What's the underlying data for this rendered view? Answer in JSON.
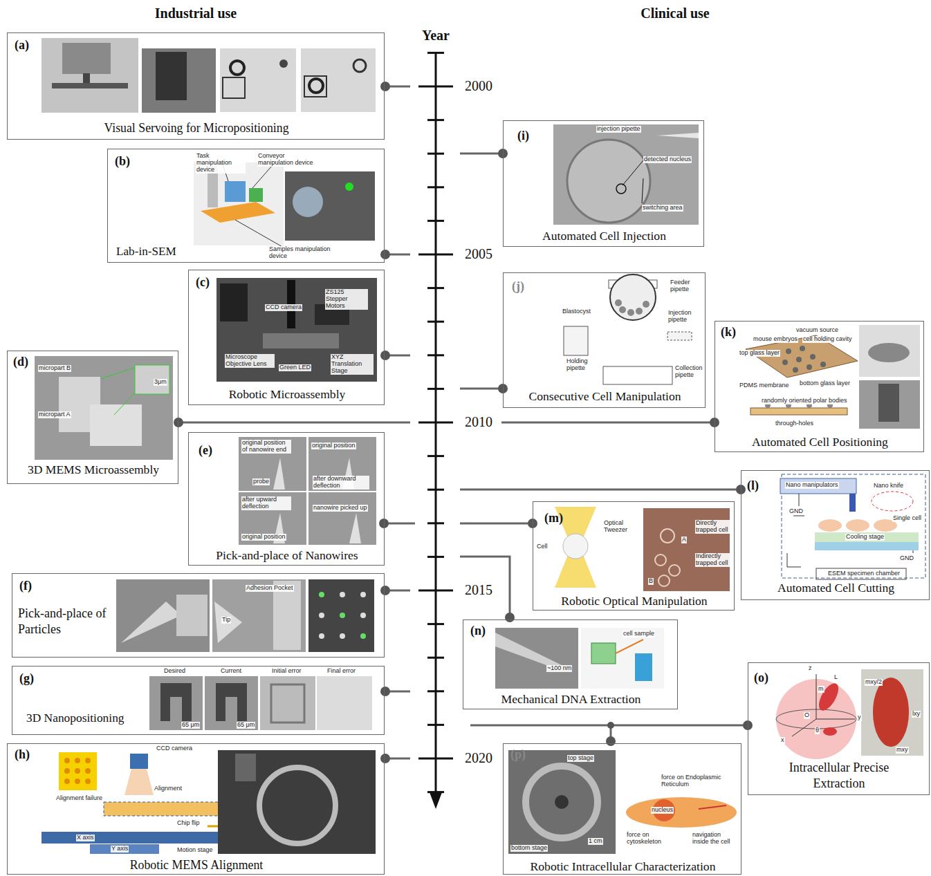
{
  "diagram": {
    "nodes": [
      {
        "text": [
          "(a)",
          "Visual Servoing for Micropositioning"
        ]
      },
      {
        "text": [
          "(b)",
          "Lab-in-SEM"
        ]
      },
      {
        "text": [
          "(c)",
          "Robotic Microassembly"
        ]
      },
      {
        "text": [
          "(d)",
          "3D MEMS Microassembly"
        ]
      },
      {
        "text": [
          "(e)",
          "Pick-and-place of Nanowires"
        ]
      },
      {
        "text": [
          "(f)",
          "Pick-and-place of Particles"
        ]
      },
      {
        "text": [
          "(g)",
          "3D Nanopositioning"
        ]
      },
      {
        "text": [
          "(h)",
          "Robotic MEMS Alignment"
        ]
      },
      {
        "text": [
          "(i)",
          "Automated Cell Injection"
        ]
      },
      {
        "text": [
          "(j)",
          "Consecutive Cell Manipulation"
        ]
      },
      {
        "text": [
          "(k)",
          "Automated Cell Positioning"
        ]
      },
      {
        "text": [
          "(l)",
          "Automated Cell Cutting"
        ]
      },
      {
        "text": [
          "(m)",
          "Robotic Optical Manipulation"
        ]
      },
      {
        "text": [
          "(n)",
          "Mechanical DNA Extraction"
        ]
      },
      {
        "text": [
          "(o)",
          "Intracellular Precise Extraction"
        ]
      },
      {
        "text": [
          "(p)",
          "Robotic Intracellular Characterization"
        ]
      }
    ],
    "labels": [
      "Industrial use",
      "Clinical use",
      "Year",
      "2000",
      "2005",
      "2010",
      "2015",
      "2020",
      "Task manipulation device",
      "Conveyor manipulation device",
      "Samples manipulation device",
      "CCD camera",
      "ZS125 Stepper Motors",
      "Microscope Objective Lens",
      "Green LED",
      "XYZ Translation Stage",
      "micropart B",
      "micropart A",
      "3μm",
      "original position of nanowire end",
      "probe",
      "original position",
      "after downward deflection",
      "after upward deflection",
      "original position",
      "nanowire picked up",
      "Adhesion Pocket",
      "Tip",
      "Desired",
      "Current",
      "Initial error",
      "Final error",
      "65 μm",
      "65 μm",
      "CCD camera",
      "Alignment",
      "Alignment failure",
      "Chip flip",
      "Motion stage",
      "X axis",
      "Y axis",
      "injection pipette",
      "detected nucleus",
      "switching area",
      "Feeder pipette",
      "Blastocyst",
      "Injection pipette",
      "Holding pipette",
      "Collection pipette",
      "mouse embryos",
      "vacuum source",
      "cell holding cavity",
      "top glass layer",
      "PDMS membrane",
      "bottom glass layer",
      "randomly oriented polar bodies",
      "through-holes",
      "Nano manipulators",
      "Nano knife",
      "GND",
      "Single cell",
      "Cooling stage",
      "GND",
      "ESEM specimen chamber",
      "Optical Tweezer",
      "Cell",
      "Directly trapped cell",
      "Indirectly trapped cell",
      "A",
      "B",
      "~100 nm",
      "cell sample",
      "z",
      "y",
      "x",
      "L",
      "m",
      "O",
      "θ",
      "mxy/2",
      "lxy",
      "mxy",
      "top stage",
      "bottom stage",
      "1 cm",
      "force on Endoplasmic Reticulum",
      "nucleus",
      "force on cytoskeleton",
      "navigation inside the cell"
    ]
  }
}
